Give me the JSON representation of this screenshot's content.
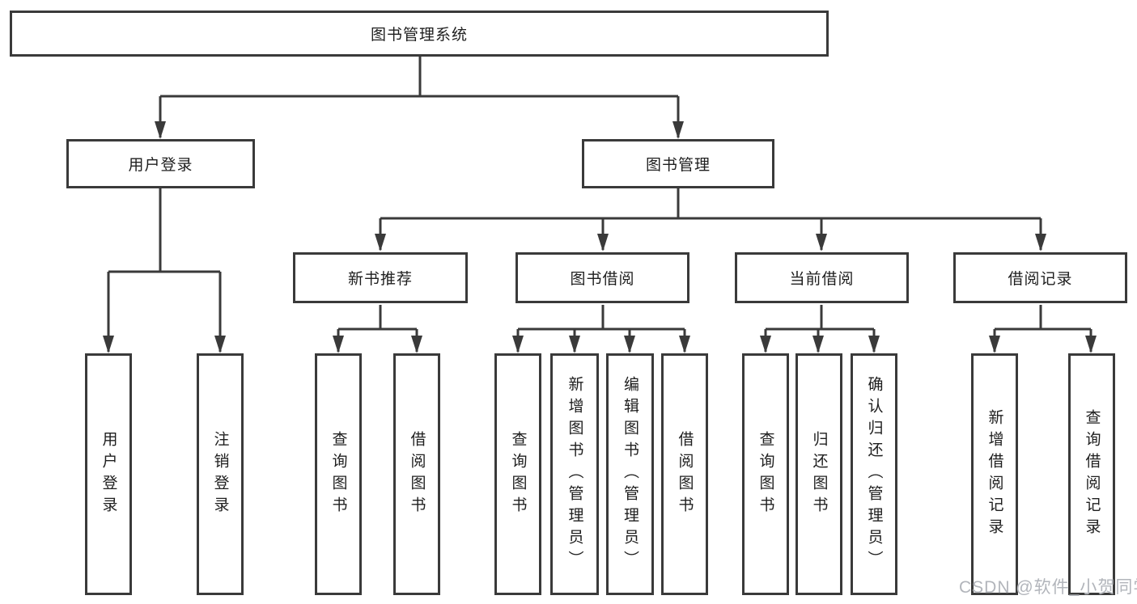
{
  "diagram": {
    "title": "图书管理系统",
    "colors": {
      "line": "#3a3a3a",
      "box_border": "#3a3a3a",
      "text": "#1e1e1e",
      "watermark": "#b2b5bb",
      "background": "#ffffff"
    },
    "nodes": {
      "root": "图书管理系统",
      "user_login": "用户登录",
      "book_management": "图书管理",
      "new_book_recommend": "新书推荐",
      "book_borrow": "图书借阅",
      "current_borrow": "当前借阅",
      "borrow_records": "借阅记录",
      "leaf_user_login": "用户登录",
      "leaf_logout": "注销登录",
      "leaf_rec_query_book": "查询图书",
      "leaf_rec_borrow_book": "借阅图书",
      "leaf_bb_query_book": "查询图书",
      "leaf_bb_add_book": "新增图书（管理员）",
      "leaf_bb_edit_book": "编辑图书（管理员）",
      "leaf_bb_borrow_book": "借阅图书",
      "leaf_cb_query_book": "查询图书",
      "leaf_cb_return_book": "归还图书",
      "leaf_cb_confirm_return": "确认归还（管理员）",
      "leaf_br_add_record": "新增借阅记录",
      "leaf_br_query_record": "查询借阅记录"
    }
  },
  "watermark": "CSDN @软件_小贺同学"
}
